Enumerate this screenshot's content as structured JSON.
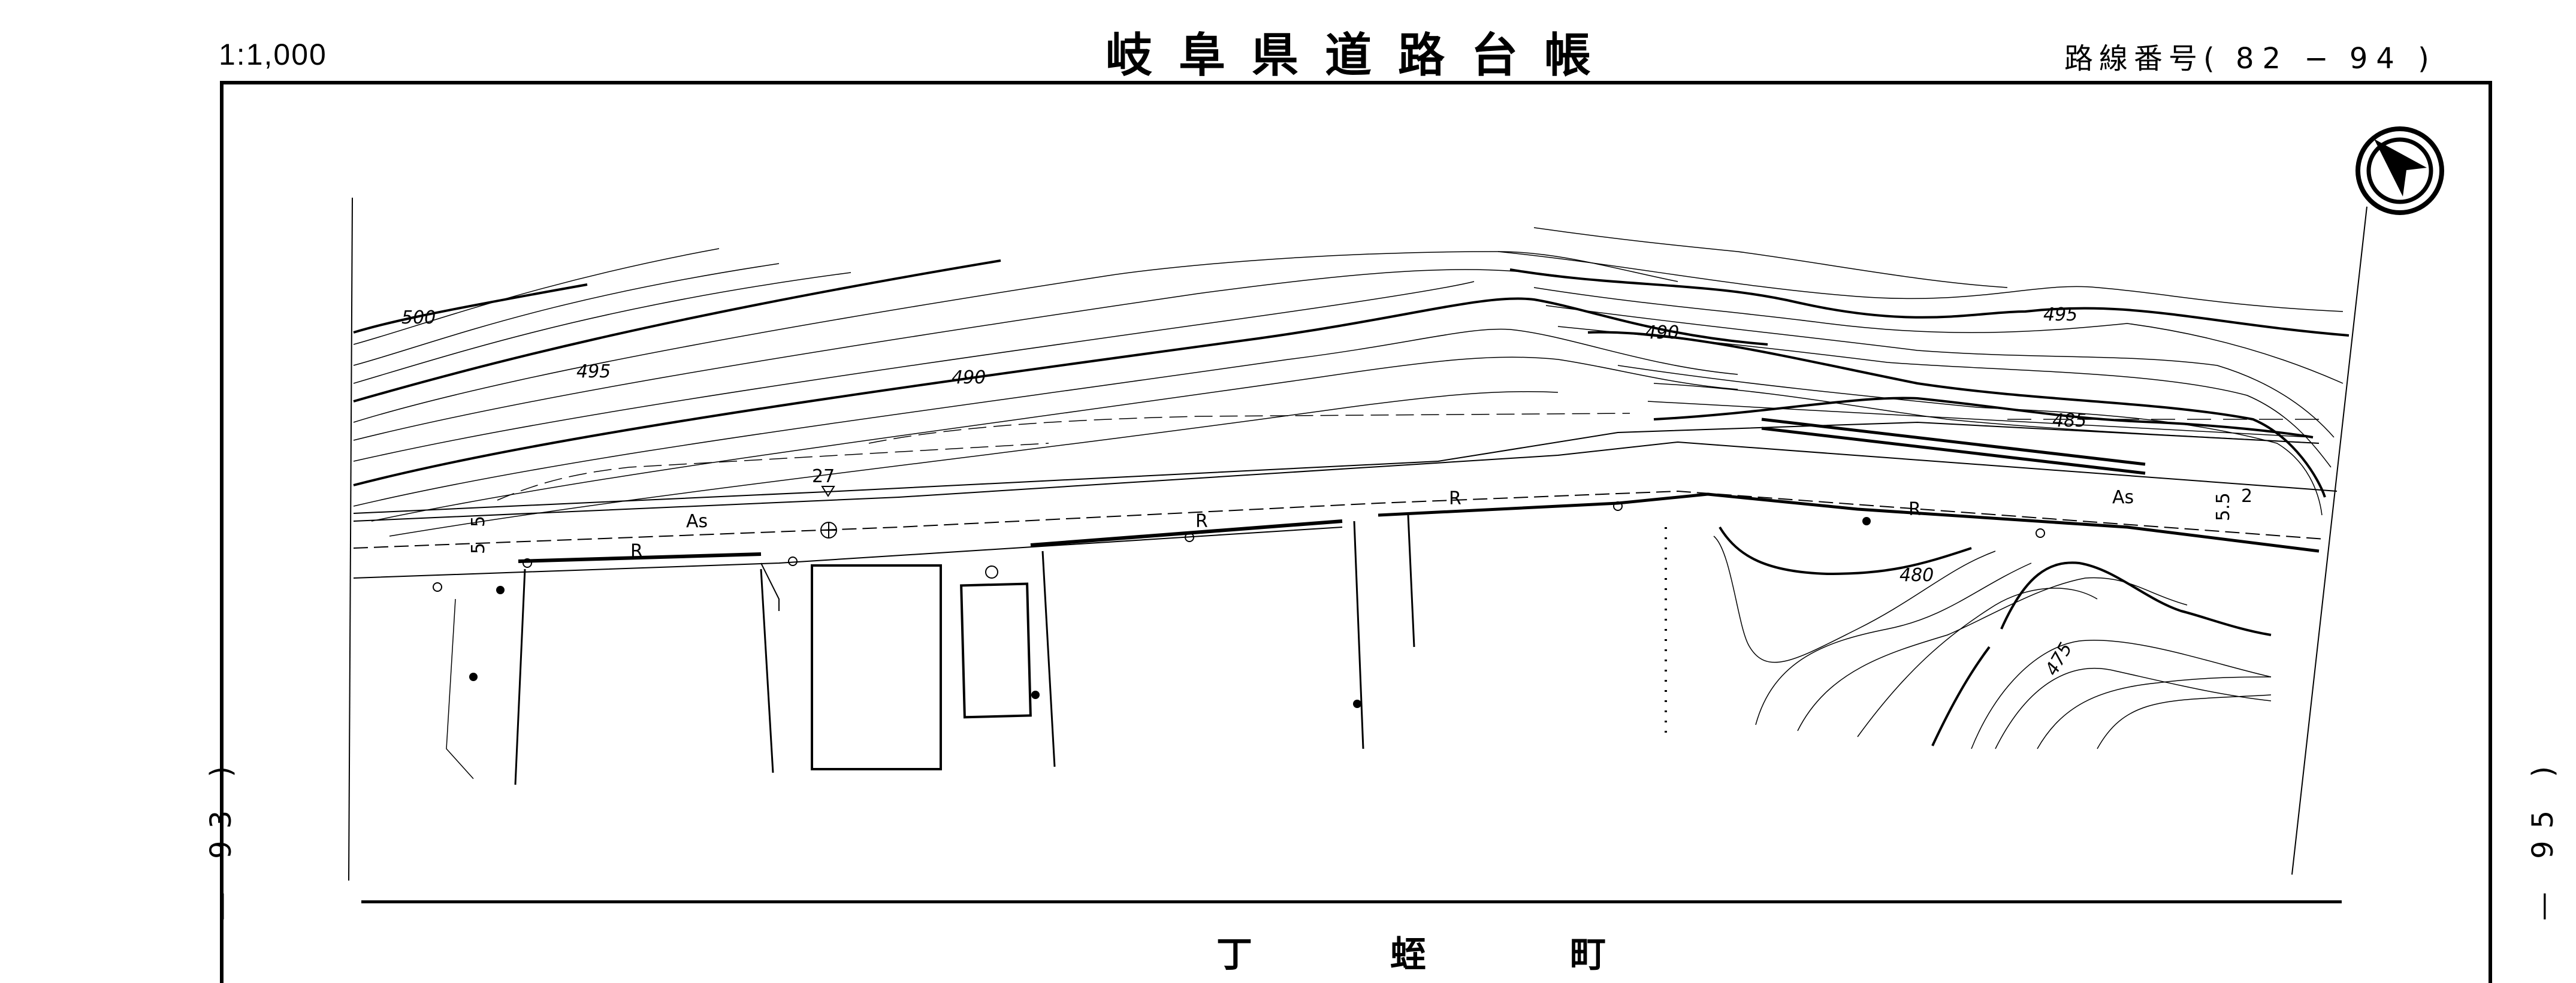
{
  "header": {
    "scale": "1:1,000",
    "title": "岐阜県道路台帳",
    "route_prefix": "路線番号(",
    "route_from": "82",
    "route_sep": "−",
    "route_to": "94",
    "route_suffix": ")"
  },
  "sheet_refs": {
    "left": "— 93 )",
    "right": "— 95 )"
  },
  "map": {
    "contour_labels": [
      "500",
      "495",
      "490",
      "490",
      "495",
      "485",
      "480",
      "475"
    ],
    "road_labels": {
      "surface_left": "As",
      "surface_right": "As",
      "curb_1": "R",
      "curb_2": "R",
      "curb_3": "R",
      "curb_4": "R",
      "station": "27",
      "width_left_a": "5",
      "width_left_b": "5",
      "width_right": "5.5",
      "width_right_b": "2"
    },
    "north_arrow": "north-arrow-icon"
  },
  "footer": {
    "town_chars": [
      "丁",
      "蛭",
      "町"
    ]
  }
}
